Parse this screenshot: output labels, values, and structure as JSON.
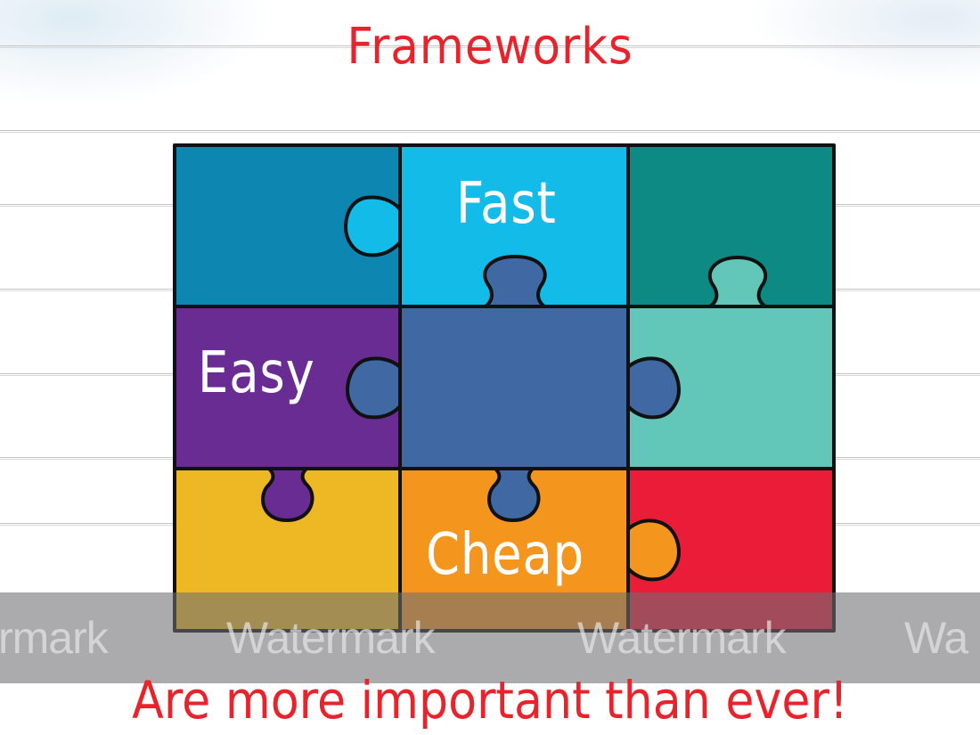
{
  "slide": {
    "title": "Frameworks",
    "subtitle": "Are more important than ever!",
    "title_color": "#e8232c"
  },
  "puzzle": {
    "rows": 3,
    "cols": 3,
    "pieces": [
      {
        "position": "top-left",
        "color": "#0e86b2",
        "label": ""
      },
      {
        "position": "top-center",
        "color": "#12bbe8",
        "label": "Fast"
      },
      {
        "position": "top-right",
        "color": "#0e8a85",
        "label": ""
      },
      {
        "position": "middle-left",
        "color": "#692c93",
        "label": "Easy"
      },
      {
        "position": "middle-center",
        "color": "#4069a4",
        "label": ""
      },
      {
        "position": "middle-right",
        "color": "#62c6b8",
        "label": ""
      },
      {
        "position": "bottom-left",
        "color": "#eeb724",
        "label": ""
      },
      {
        "position": "bottom-center",
        "color": "#f4951e",
        "label": "Cheap"
      },
      {
        "position": "bottom-right",
        "color": "#ea1c38",
        "label": ""
      }
    ]
  },
  "watermark": {
    "items": [
      "rmark",
      "Watermark",
      "Watermark",
      "Wa"
    ]
  }
}
